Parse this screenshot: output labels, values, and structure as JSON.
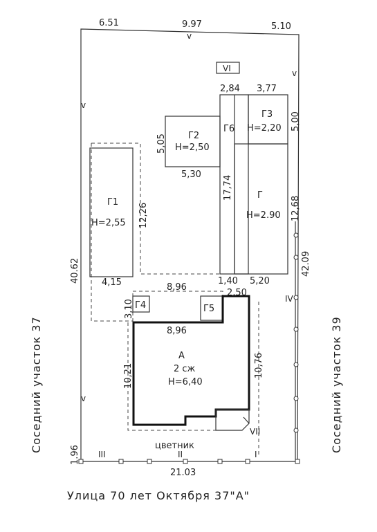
{
  "dimensions": {
    "top_left": "6.51",
    "top_mid": "9.97",
    "top_right": "5.10",
    "left_side": "40.62",
    "right_side": "42.09",
    "bottom": "21.03",
    "bottom_left": "1.96",
    "g2_width": "5,30",
    "g2_height": "5,05",
    "g6_width": "2,84",
    "g3_width": "3,77",
    "g3_height": "5,00",
    "g6_height": "17,74",
    "g_height": "12,68",
    "g1_height": "12,26",
    "g1_width": "4,15",
    "g6_bottom": "1,40",
    "g_bottom": "5,20",
    "a_top_right": "2,50",
    "g4_height": "3,10",
    "g5_width_top": "8,96",
    "g5_width_bottom": "8,96",
    "a_left": "10,21",
    "a_right": "10,76"
  },
  "buildings": {
    "g1": {
      "name": "Г1",
      "height": "H=2,55"
    },
    "g2": {
      "name": "Г2",
      "height": "H=2,50"
    },
    "g3": {
      "name": "Г3",
      "height": "H=2,20"
    },
    "g": {
      "name": "Г",
      "height": "H=2.90"
    },
    "g6": {
      "name": "Г6"
    },
    "g4": {
      "name": "Г4"
    },
    "g5": {
      "name": "Г5"
    },
    "a": {
      "name": "А",
      "floors": "2 сж",
      "height": "H=6,40"
    }
  },
  "markers": {
    "vi": "VI",
    "vii": "VII",
    "iv": "IV",
    "i": "I",
    "ii": "II",
    "iii": "III"
  },
  "labels": {
    "garden": "цветник",
    "neighbor_left": "Соседний участок 37",
    "neighbor_right": "Соседний участок 39",
    "street": "Улица 70 лет Октября 37\"А\""
  }
}
